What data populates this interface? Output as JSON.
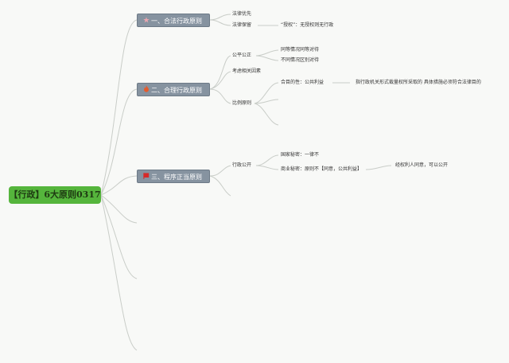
{
  "root": {
    "label": "【行政】6大原则0317"
  },
  "topics": [
    {
      "label": "一、合法行政原则",
      "icon": "star-icon",
      "icon_color": "#e8a6b0"
    },
    {
      "label": "二、合理行政原则",
      "icon": "fire-icon",
      "icon_color": "#e45b2d"
    },
    {
      "label": "三、程序正当原则",
      "icon": "flag-icon",
      "icon_color": "#d62a2a"
    }
  ],
  "legal": {
    "priority": "法律优先",
    "reservation": "法律保留",
    "reservation_note": "“授权”：无授权则无行政"
  },
  "reasonable": {
    "fairness": "公平公正",
    "same": "同等情况同等对待",
    "different": "不同情况区别对待",
    "factors": "考虑相关因素",
    "proportion": "比例原则",
    "purpose": "合目的性：公共利益",
    "purpose_note": "指行政机关形式裁量权所采取的 具体措施必须符合法律目的"
  },
  "procedure": {
    "publicity": "行政公开",
    "state_secret": "国家秘密：一律不",
    "business_secret": "商业秘密：原则不【同意，公共利益】",
    "consent_note": "经权利人同意，可以公开"
  },
  "colors": {
    "root_bg": "#55b53c",
    "topic_bg": "#8693a0",
    "line": "#c9cdc8"
  }
}
